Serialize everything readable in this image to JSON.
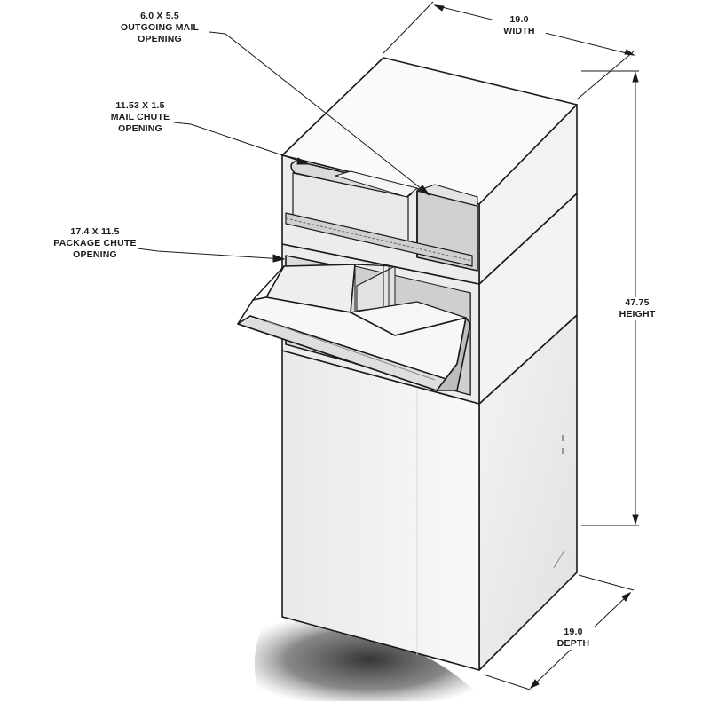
{
  "annotations": {
    "outgoing_mail": {
      "dimension": "6.0 X 5.5",
      "line1": "OUTGOING MAIL",
      "line2": "OPENING"
    },
    "mail_chute": {
      "dimension": "11.53 X 1.5",
      "line1": "MAIL CHUTE",
      "line2": "OPENING"
    },
    "package_chute": {
      "dimension": "17.4 X 11.5",
      "line1": "PACKAGE CHUTE",
      "line2": "OPENING"
    },
    "width": {
      "value": "19.0",
      "label": "WIDTH"
    },
    "height": {
      "value": "47.75",
      "label": "HEIGHT"
    },
    "depth": {
      "value": "19.0",
      "label": "DEPTH"
    }
  },
  "colors": {
    "outline": "#1a1a1a",
    "panel_light": "#f7f7f7",
    "panel_mid": "#e6e6e6",
    "panel_dark": "#cfcfcf",
    "shadow": "#3a3a3a"
  }
}
